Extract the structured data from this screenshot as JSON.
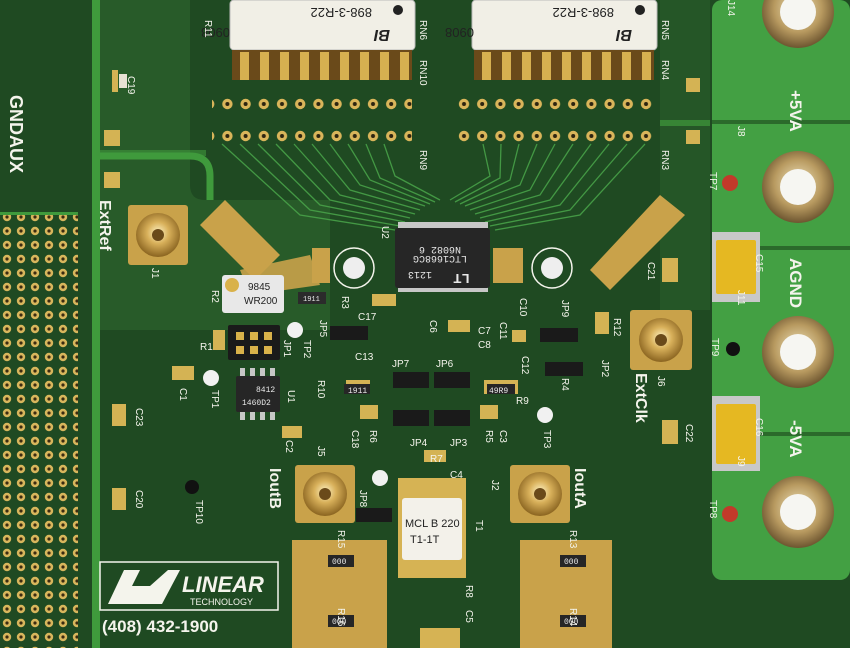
{
  "colors": {
    "board": "#1f4a22",
    "copper": "#3f9a3c",
    "gold": "#c9a24a",
    "silk": "#f4f4ec",
    "chip": "#2a2a2a"
  },
  "silkscreen": {
    "gndaux": "GNDAUX",
    "extref": "ExtRef",
    "extclk": "ExtClk",
    "ioutb": "IoutB",
    "iouta": "IoutA",
    "plus5va": "+5VA",
    "agnd": "AGND",
    "minus5va": "-5VA",
    "phone": "(408) 432-1900",
    "logo_word": "LINEAR",
    "logo_sub": "TECHNOLOGY",
    "rn_top": "898-3-R22",
    "rn_code": "0908",
    "bi": "BI"
  },
  "chips": {
    "u2_line1": "LTC1668CG",
    "u2_line2": "N6082 6",
    "u2_line3": "1213",
    "u1_line1": "8412",
    "u1_line2": "1460D2",
    "r2_line1": "9845",
    "r2_line2": "WR200",
    "t1_line1": "MCL B 220",
    "t1_line2": "T1-1T",
    "res_code": "000",
    "r10_code": "49R9",
    "r3_code": "1911"
  },
  "refs": {
    "R11": "R11",
    "RN6": "RN6",
    "RN5": "RN5",
    "RN10": "RN10",
    "RN4": "RN4",
    "RN9": "RN9",
    "RN3": "RN3",
    "C19": "C19",
    "J14": "J14",
    "J8": "J8",
    "TP7": "TP7",
    "J1": "J1",
    "R2": "R2",
    "R3": "R3",
    "U2": "U2",
    "C17": "C17",
    "C15": "C15",
    "C21": "C21",
    "J11": "J11",
    "C16": "C16",
    "R1": "R1",
    "JP1": "JP1",
    "TP2": "TP2",
    "JP5": "JP5",
    "C6": "C6",
    "C7": "C7",
    "C8": "C8",
    "C10": "C10",
    "C11": "C11",
    "JP9": "JP9",
    "R12": "R12",
    "TP9": "TP9",
    "J6": "J6",
    "C13": "C13",
    "JP7": "JP7",
    "JP6": "JP6",
    "C12": "C12",
    "JP2": "JP2",
    "R4": "R4",
    "C1": "C1",
    "TP1": "TP1",
    "U1": "U1",
    "R10": "R10",
    "R9": "R9",
    "C23": "C23",
    "C2": "C2",
    "R6": "R6",
    "C18": "C18",
    "JP4": "JP4",
    "JP3": "JP3",
    "R5": "R5",
    "C3": "C3",
    "TP3": "TP3",
    "C22": "C22",
    "J9": "J9",
    "R7": "R7",
    "J5": "J5",
    "C4": "C4",
    "J2": "J2",
    "TP8": "TP8",
    "TP10": "TP10",
    "C20": "C20",
    "JP8": "JP8",
    "T1": "T1",
    "R15": "R15",
    "R13": "R13",
    "R8": "R8",
    "C5": "C5",
    "R16": "R16",
    "R14": "R14"
  }
}
